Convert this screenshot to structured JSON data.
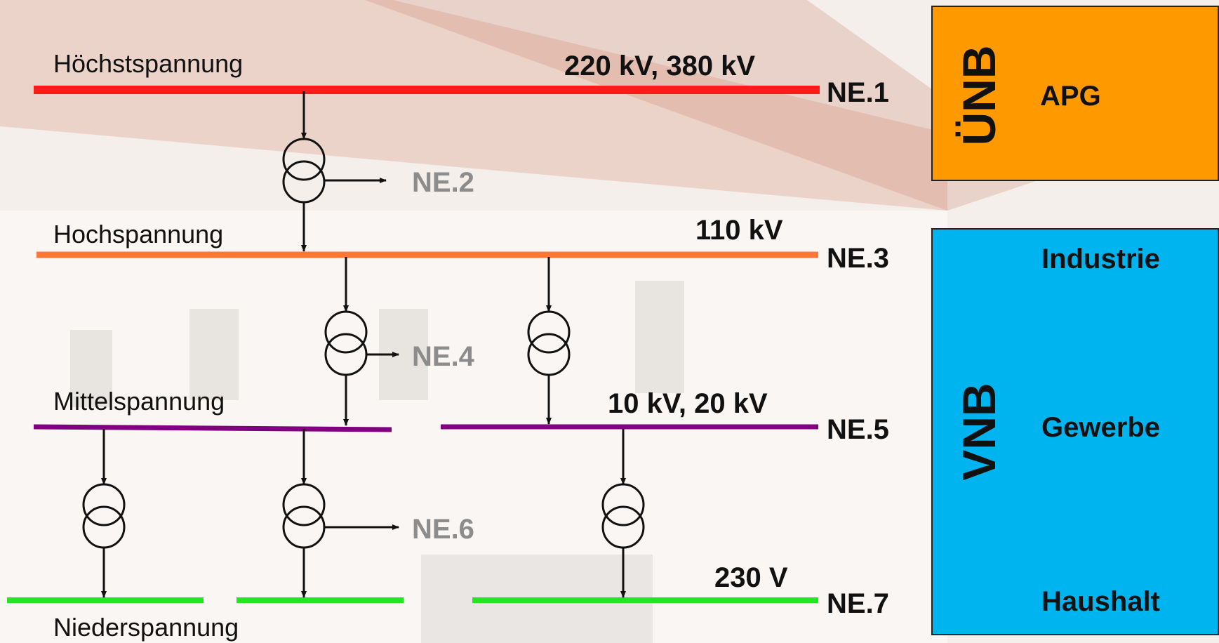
{
  "levels": [
    {
      "name": "Höchstspannung",
      "voltage": "220 kV, 380 kV",
      "ne": "NE.1",
      "color": "#ff1a1a"
    },
    {
      "name": "Hochspannung",
      "voltage": "110 kV",
      "ne": "NE.3",
      "color": "#ff7733"
    },
    {
      "name": "Mittelspannung",
      "voltage": "10 kV, 20 kV",
      "ne": "NE.5",
      "color": "#800080"
    },
    {
      "name": "Niederspannung",
      "voltage": "230 V",
      "ne": "NE.7",
      "color": "#22e622"
    }
  ],
  "transformer_levels": [
    "NE.2",
    "NE.4",
    "NE.6"
  ],
  "operators": [
    {
      "abbr": "ÜNB",
      "color": "#ff9900",
      "items": [
        "APG"
      ]
    },
    {
      "abbr": "VNB",
      "color": "#00b4f0",
      "items": [
        "Industrie",
        "Gewerbe",
        "Haushalt"
      ]
    }
  ]
}
